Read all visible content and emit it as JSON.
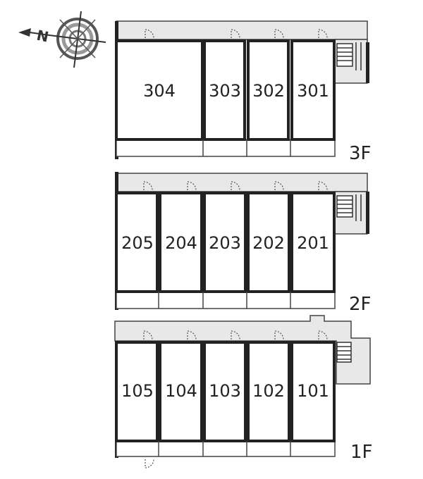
{
  "compass": {
    "north_letter": "N"
  },
  "colors": {
    "corridor": "#e8e8e8",
    "wall": "#222222",
    "unit_fill": "#ffffff"
  },
  "floors": [
    {
      "label": "3F",
      "units": [
        "304",
        "303",
        "302",
        "301"
      ]
    },
    {
      "label": "2F",
      "units": [
        "205",
        "204",
        "203",
        "202",
        "201"
      ]
    },
    {
      "label": "1F",
      "units": [
        "105",
        "104",
        "103",
        "102",
        "101"
      ]
    }
  ]
}
